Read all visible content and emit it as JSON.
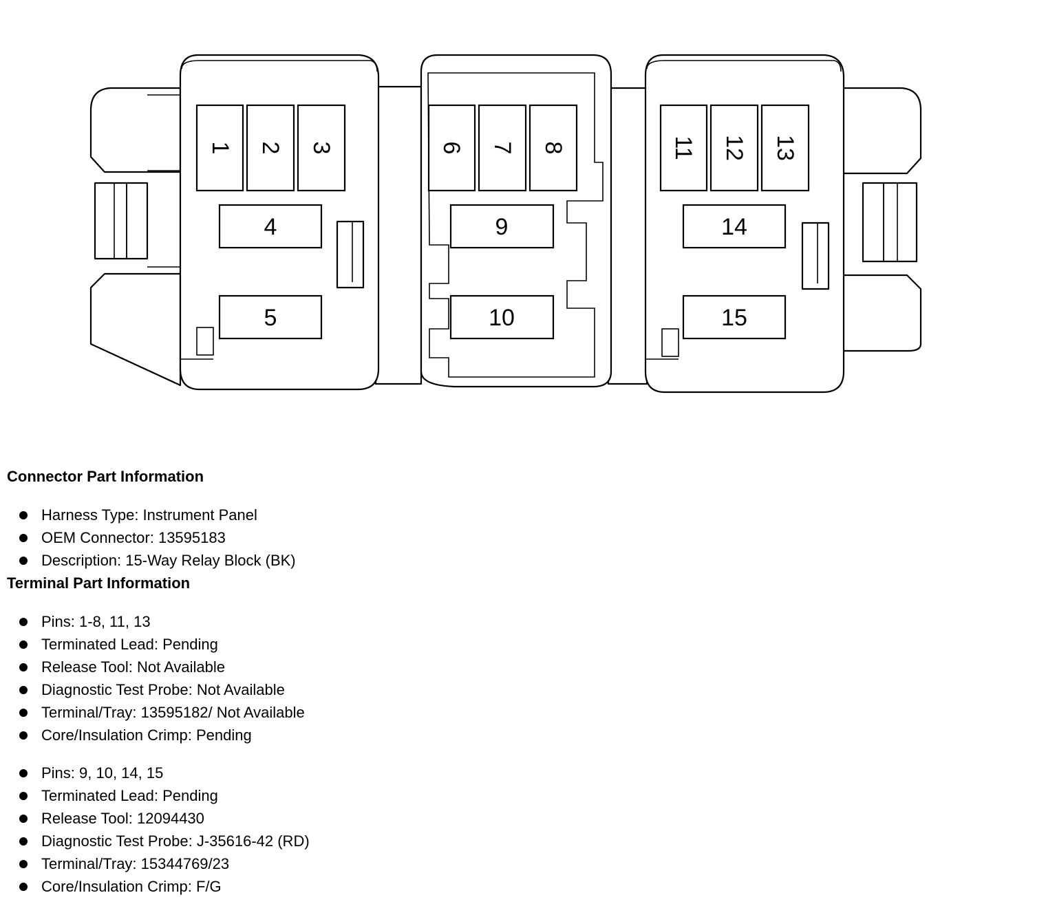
{
  "connector": {
    "pins": [
      {
        "label": "1",
        "orientation": "rotated"
      },
      {
        "label": "2",
        "orientation": "rotated"
      },
      {
        "label": "3",
        "orientation": "rotated"
      },
      {
        "label": "4",
        "orientation": "upright"
      },
      {
        "label": "5",
        "orientation": "upright"
      },
      {
        "label": "6",
        "orientation": "rotated"
      },
      {
        "label": "7",
        "orientation": "rotated"
      },
      {
        "label": "8",
        "orientation": "rotated"
      },
      {
        "label": "9",
        "orientation": "upright"
      },
      {
        "label": "10",
        "orientation": "upright"
      },
      {
        "label": "11",
        "orientation": "rotated"
      },
      {
        "label": "12",
        "orientation": "rotated"
      },
      {
        "label": "13",
        "orientation": "rotated"
      },
      {
        "label": "14",
        "orientation": "upright"
      },
      {
        "label": "15",
        "orientation": "upright"
      }
    ]
  },
  "connector_info": {
    "heading": "Connector Part Information",
    "items": [
      "Harness Type: Instrument Panel",
      "OEM Connector: 13595183",
      "Description: 15-Way Relay Block (BK)"
    ]
  },
  "terminal_info": {
    "heading": "Terminal Part Information",
    "groups": [
      {
        "items": [
          "Pins: 1-8, 11, 13",
          "Terminated Lead: Pending",
          "Release Tool: Not Available",
          "Diagnostic Test Probe: Not Available",
          "Terminal/Tray: 13595182/ Not Available",
          "Core/Insulation Crimp: Pending"
        ]
      },
      {
        "items": [
          "Pins: 9, 10, 14, 15",
          "Terminated Lead: Pending",
          "Release Tool: 12094430",
          "Diagnostic Test Probe: J-35616-42 (RD)",
          "Terminal/Tray: 15344769/23",
          "Core/Insulation Crimp: F/G"
        ]
      }
    ]
  }
}
